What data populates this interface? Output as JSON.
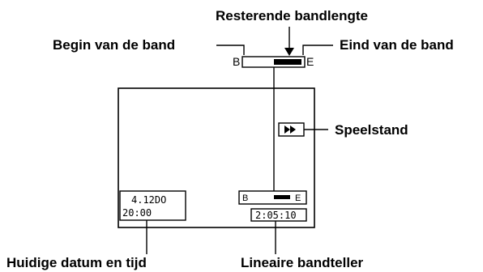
{
  "labels": {
    "remaining_tape": "Resterende bandlengte",
    "tape_start": "Begin van de band",
    "tape_end": "Eind van de band",
    "play_mode": "Speelstand",
    "current_date_time": "Huidige datum en tijd",
    "linear_tape_counter": "Lineaire bandteller"
  },
  "indicator": {
    "begin_letter": "B",
    "end_letter": "E",
    "remaining_fraction": 0.45
  },
  "screen": {
    "date": "4.12DO",
    "time": "20:00",
    "counter": "2:05:10",
    "play_mode_symbol": "▶▶",
    "mini_begin_letter": "B",
    "mini_end_letter": "E"
  }
}
